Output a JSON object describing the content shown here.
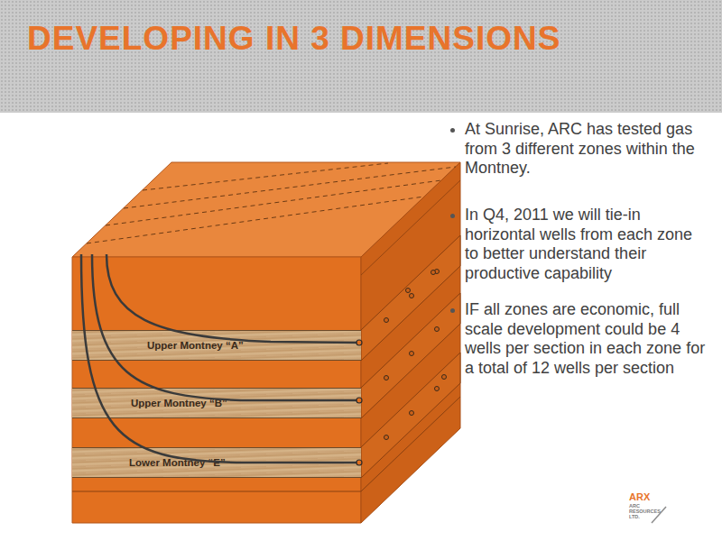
{
  "diagram": {
    "title": "DEVELOPING IN 3 DIMENSIONS",
    "nodes": [
      {
        "text": [
          "Upper Montney “A”"
        ]
      },
      {
        "text": [
          "Upper Montney “B”"
        ]
      },
      {
        "text": [
          "Lower Montney “E”"
        ]
      }
    ],
    "labels": [
      "At Sunrise, ARC has tested gas from 3 different zones within the Montney.",
      "In Q4, 2011 we will tie-in horizontal wells from each zone to better understand their productive capability",
      "IF all zones are economic, full scale development could be 4 wells per section in each zone for a total of 12 wells per section",
      "ARX",
      "ARC RESOURCES LTD."
    ]
  }
}
